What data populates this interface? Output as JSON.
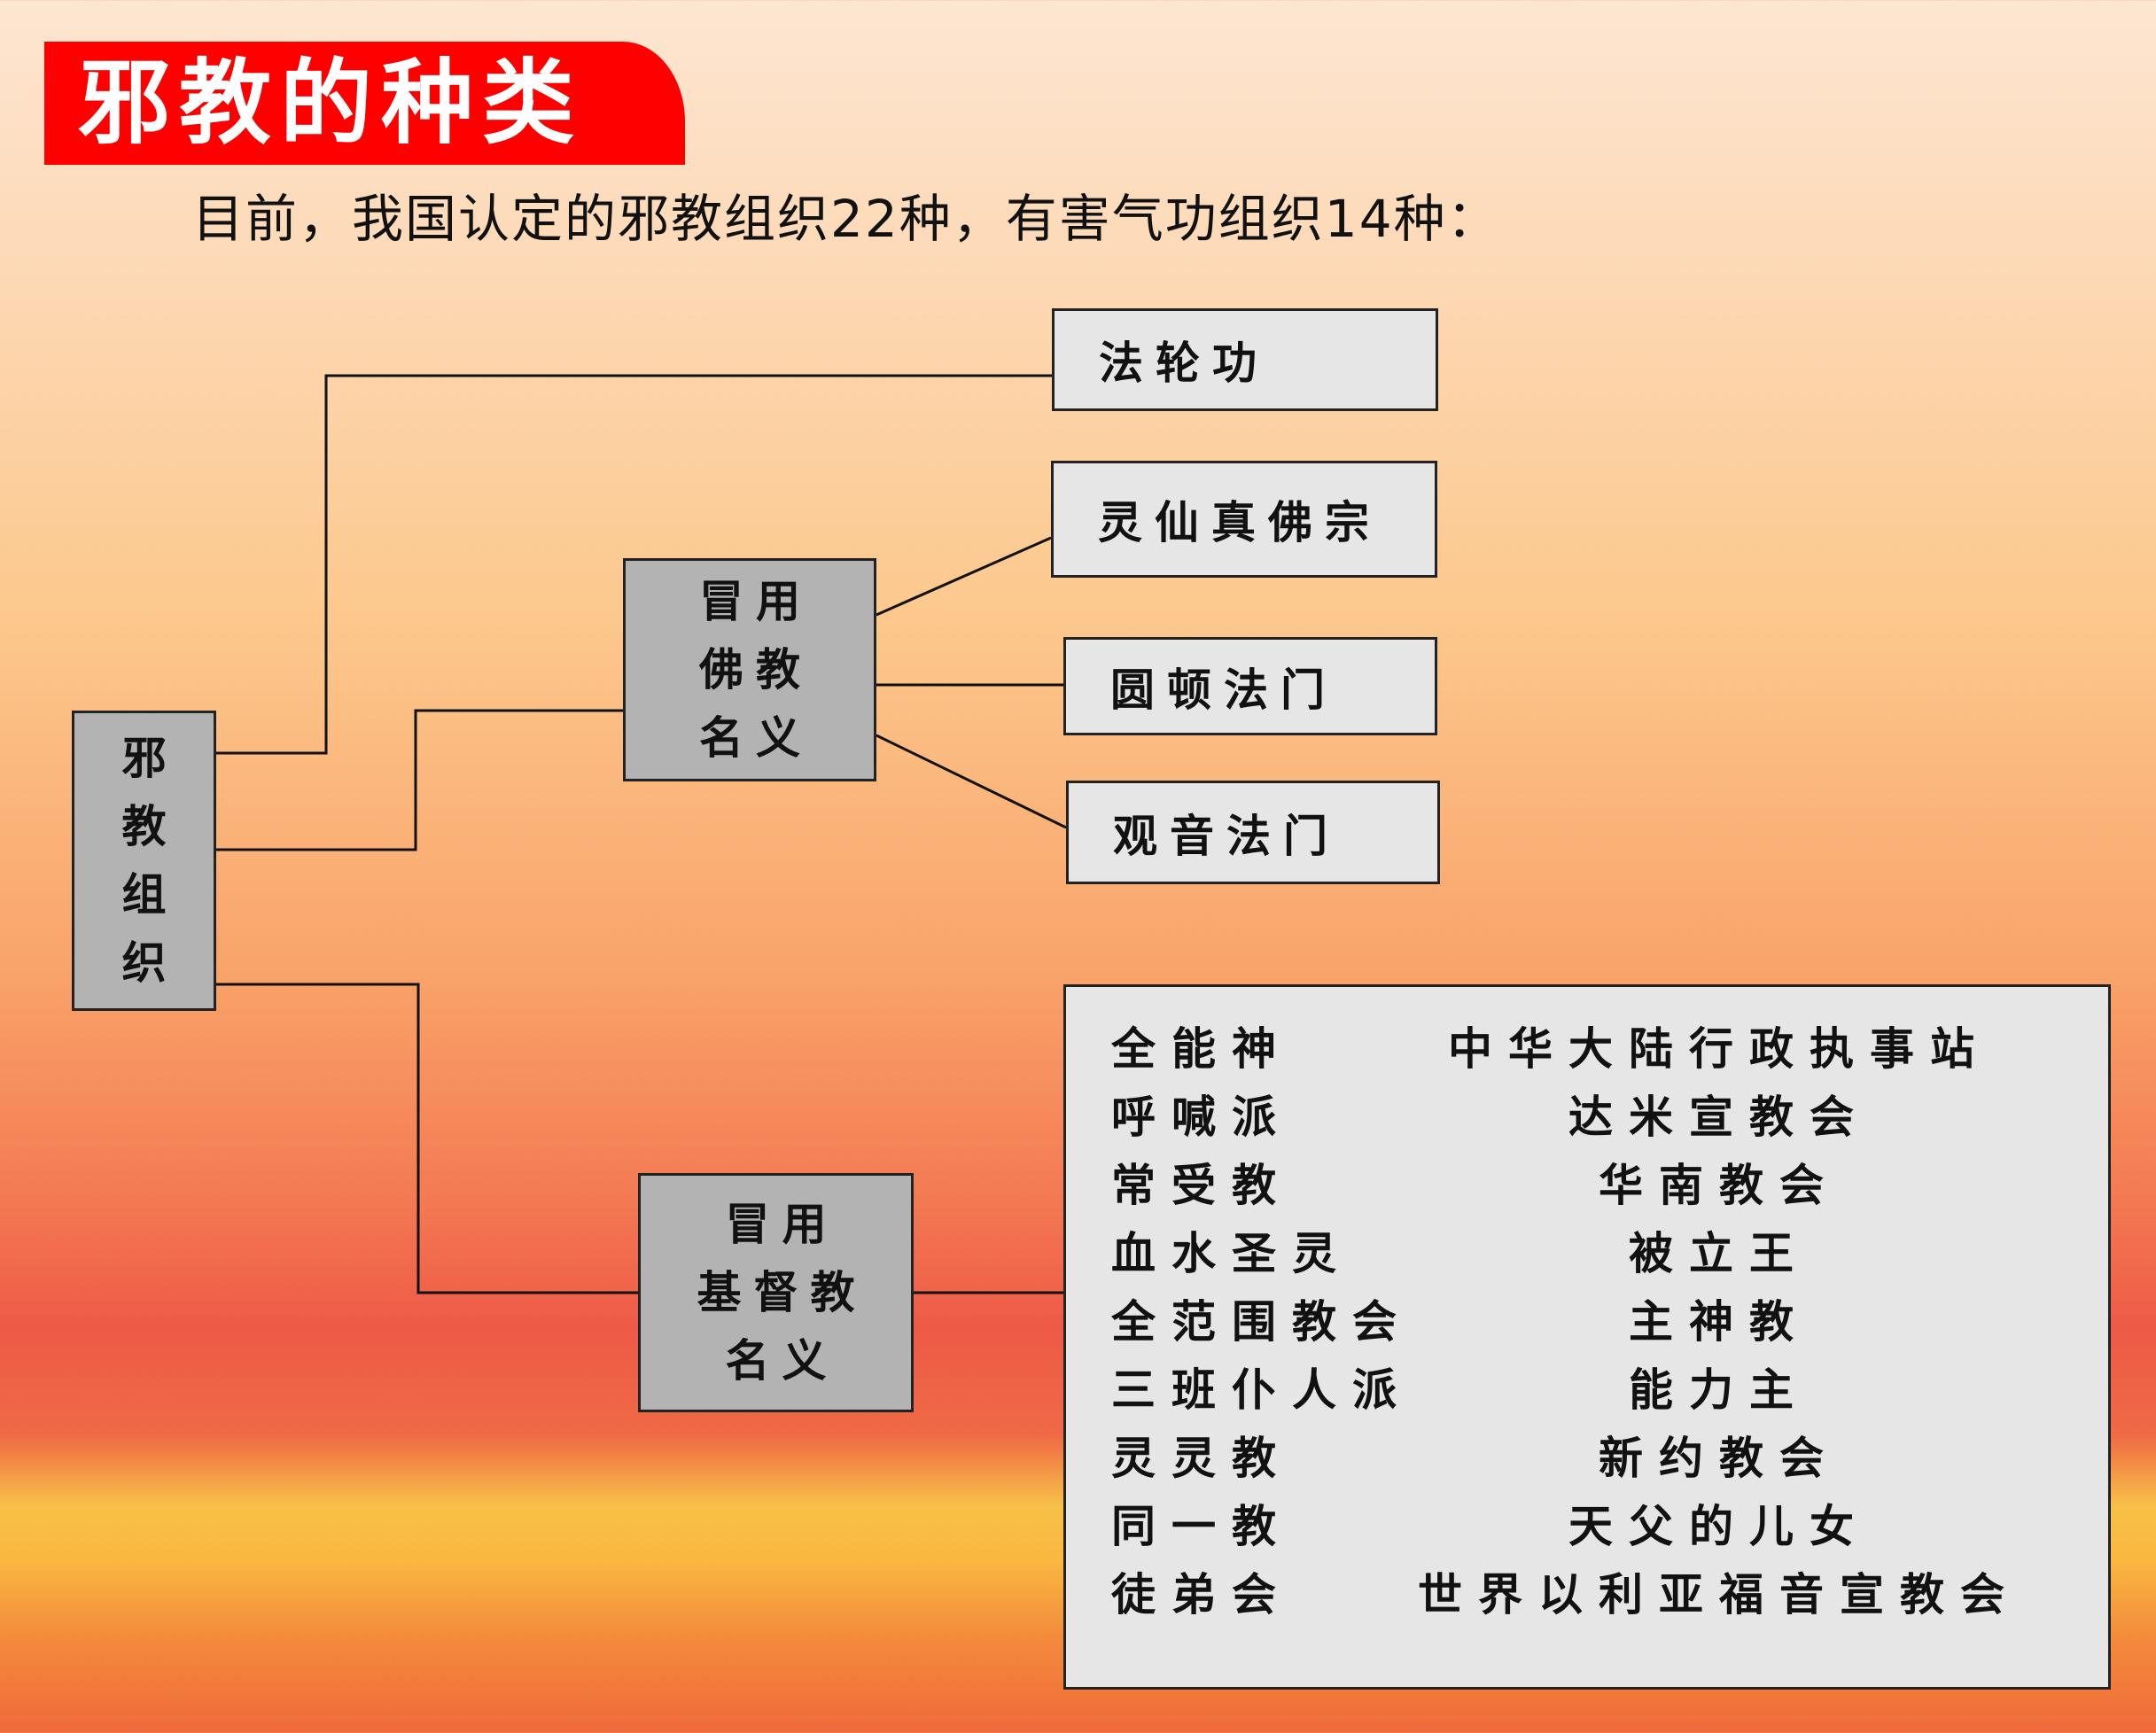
{
  "title": "邪教的种类",
  "subtitle": "目前，我国认定的邪教组织22种，有害气功组织14种：",
  "root": [
    "邪",
    "教",
    "组",
    "织"
  ],
  "falungong": "法轮功",
  "buddhist": {
    "label": [
      "冒用",
      "佛教",
      "名义"
    ],
    "items": [
      "灵仙真佛宗",
      "圆顿法门",
      "观音法门"
    ]
  },
  "christian": {
    "label": [
      "冒用",
      "基督教",
      "名义"
    ],
    "left": [
      "全能神",
      "呼喊派",
      "常受教",
      "血水圣灵",
      "全范围教会",
      "三班仆人派",
      "灵灵教",
      "同一教",
      "徒弟会"
    ],
    "right": [
      "中华大陆行政执事站",
      "达米宣教会",
      "华南教会",
      "被立王",
      "主神教",
      "能力主",
      "新约教会",
      "天父的儿女",
      "世界以利亚福音宣教会"
    ]
  }
}
